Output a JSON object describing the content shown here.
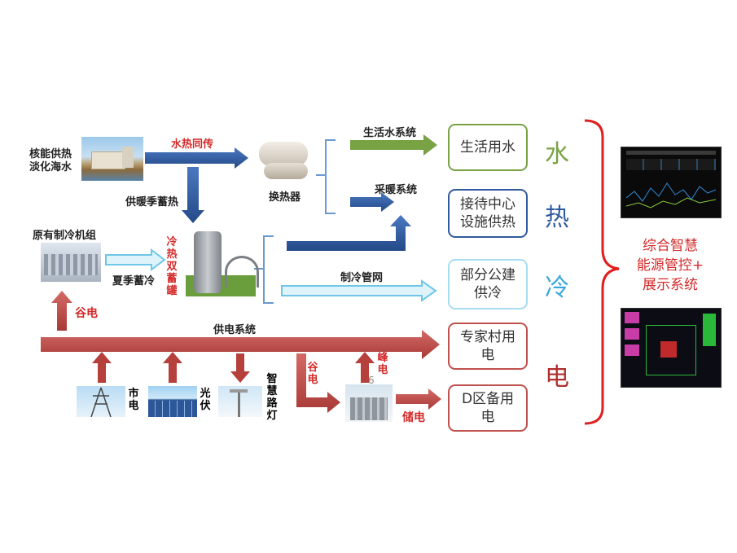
{
  "sources": {
    "nuclear": "核能供热\n淡化海水",
    "chiller": "原有制冷机组",
    "city_power": "市\n电",
    "solar": "光\n伏",
    "street_lamp": "智\n慧\n路\n灯"
  },
  "flows": {
    "water_heat": "水热同传",
    "heating_storage": "供暖季蓄热",
    "summer_cold": "夏季蓄冷",
    "heat_exchanger": "换热器",
    "tank": "冷\n热\n双\n蓄\n罐",
    "domestic_water": "生活水系统",
    "heating_system": "采暖系统",
    "cooling_network": "制冷管网",
    "power_system": "供电系统",
    "valley_power_left": "谷电",
    "valley_power_mid": "谷\n电",
    "peak_power": "峰\n电",
    "storage_power": "储电",
    "small_num": "6"
  },
  "targets": {
    "t1": "生活用水",
    "t2": "接待中心\n设施供热",
    "t3": "部分公建\n供冷",
    "t4": "专家村用\n电",
    "t5": "D区备用\n电"
  },
  "categories": {
    "water": "水",
    "heat": "热",
    "cold": "冷",
    "power": "电"
  },
  "control": "综合智慧\n能源管控+\n展示系统",
  "colors": {
    "blue": "#2f5a9e",
    "green": "#78a244",
    "lightblue": "#6fc6e8",
    "darkred": "#c0504d",
    "brightred": "#e02020"
  }
}
